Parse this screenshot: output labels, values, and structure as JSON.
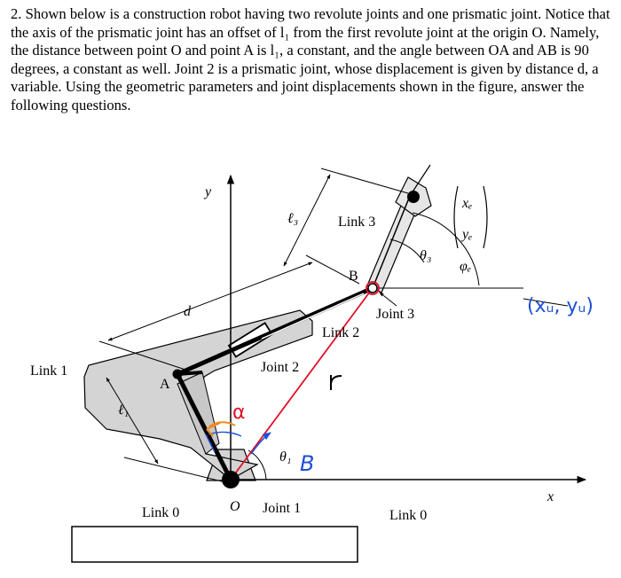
{
  "problem": {
    "number": "2.",
    "text": "Shown below is a construction robot having two revolute joints and one prismatic joint. Notice that the axis of the prismatic joint has an offset of l₁ from the first revolute joint at the origin O. Namely, the distance between point O and point A is l₁, a constant, and the angle between OA and AB is 90 degrees, a constant as well. Joint 2 is a prismatic joint, whose displacement is given by distance d, a variable. Using the geometric parameters and joint displacements shown in the figure, answer the following questions."
  },
  "figure": {
    "labels": {
      "link1": "Link 1",
      "link0_left": "Link 0",
      "link0_right": "Link 0",
      "link2": "Link 2",
      "link3": "Link 3",
      "joint1": "Joint 1",
      "joint2": "Joint 2",
      "joint3": "Joint 3",
      "point_a": "A",
      "point_b": "B",
      "origin": "O",
      "axis_x": "x",
      "axis_y": "y",
      "dim_d": "d",
      "dim_l1": "ℓ₁",
      "dim_l3": "ℓ₃",
      "theta1": "θ₁",
      "theta3": "θ₃",
      "phi_e": "φₑ",
      "end_x": "xₑ",
      "end_y": "yₑ"
    },
    "annotations": {
      "alpha": "α",
      "beta": "B",
      "wrist_point": "(xᵤ, yᵤ)",
      "r_label": "r"
    },
    "colors": {
      "annotation_red": "#e0102a",
      "annotation_blue": "#1f4fd8",
      "annotation_orange": "#f08a1e",
      "link_fill": "#d4d4d4"
    }
  }
}
